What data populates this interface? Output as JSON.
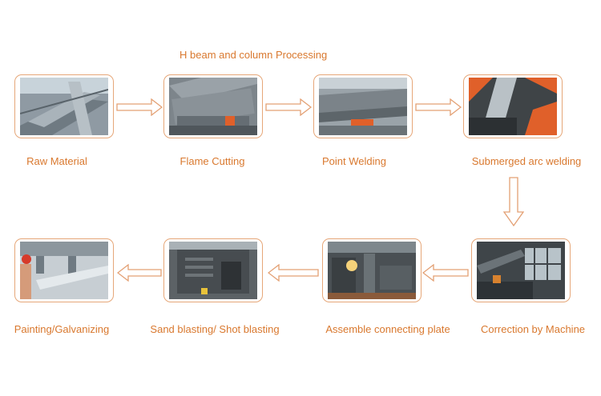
{
  "title": "H beam and column Processing",
  "steps": [
    {
      "label": "Raw Material",
      "icon": "raw-material-photo"
    },
    {
      "label": "Flame Cutting",
      "icon": "flame-cutting-photo"
    },
    {
      "label": "Point Welding",
      "icon": "point-welding-photo"
    },
    {
      "label": "Submerged arc welding",
      "icon": "submerged-arc-welding-photo"
    },
    {
      "label": "Correction by Machine",
      "icon": "correction-machine-photo"
    },
    {
      "label": "Assemble connecting plate",
      "icon": "assemble-plate-photo"
    },
    {
      "label": "Sand blasting/ Shot blasting",
      "icon": "sand-blasting-photo"
    },
    {
      "label": "Painting/Galvanizing",
      "icon": "painting-galvanizing-photo"
    }
  ],
  "colors": {
    "accent": "#d9782e",
    "border": "#e6a779"
  }
}
